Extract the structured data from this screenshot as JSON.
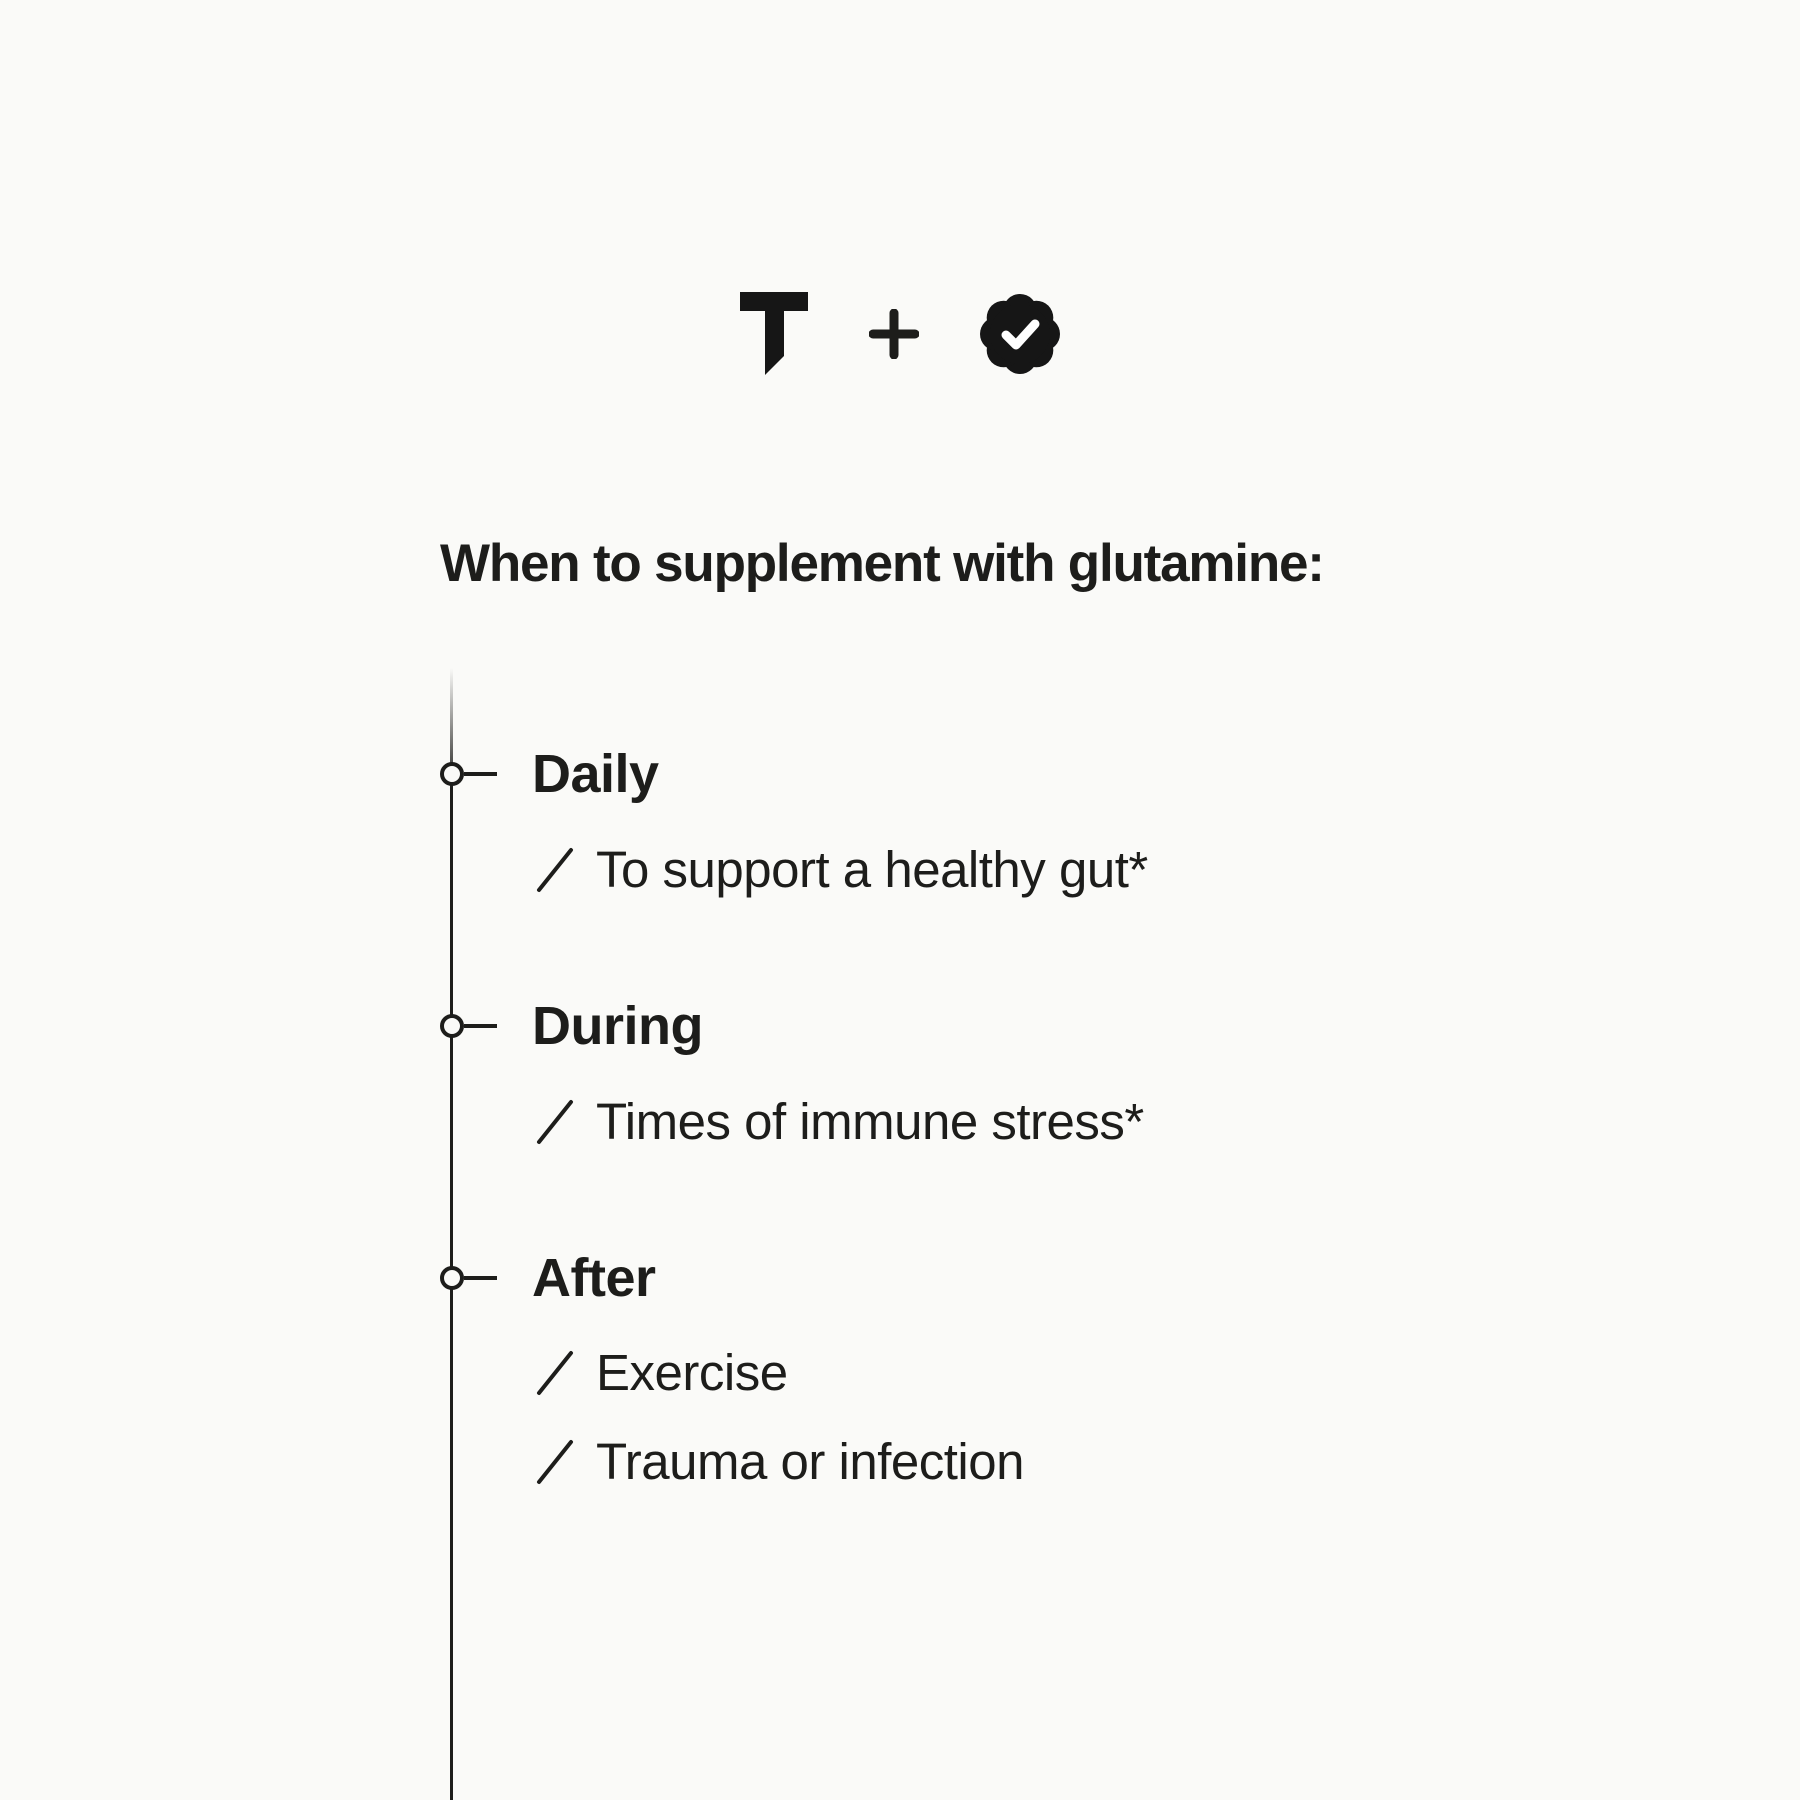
{
  "colors": {
    "background": "#fafaf8",
    "ink": "#1d1d1b",
    "logo": "#161616",
    "badge_check": "#ffffff"
  },
  "logo_row": {
    "brand_letter": "T",
    "separator": "+",
    "icons": {
      "brand": "thorne-t-logo-icon",
      "separator": "plus-icon",
      "badge": "verified-badge-icon"
    }
  },
  "heading": "When to supplement with glutamine:",
  "timeline": {
    "bullet_icon": "slash-icon",
    "node_icon": "circle-node-icon",
    "sections": [
      {
        "title": "Daily",
        "items": [
          "To support a healthy gut*"
        ]
      },
      {
        "title": "During",
        "items": [
          "Times of immune stress*"
        ]
      },
      {
        "title": "After",
        "items": [
          "Exercise",
          "Trauma or infection"
        ]
      }
    ]
  }
}
